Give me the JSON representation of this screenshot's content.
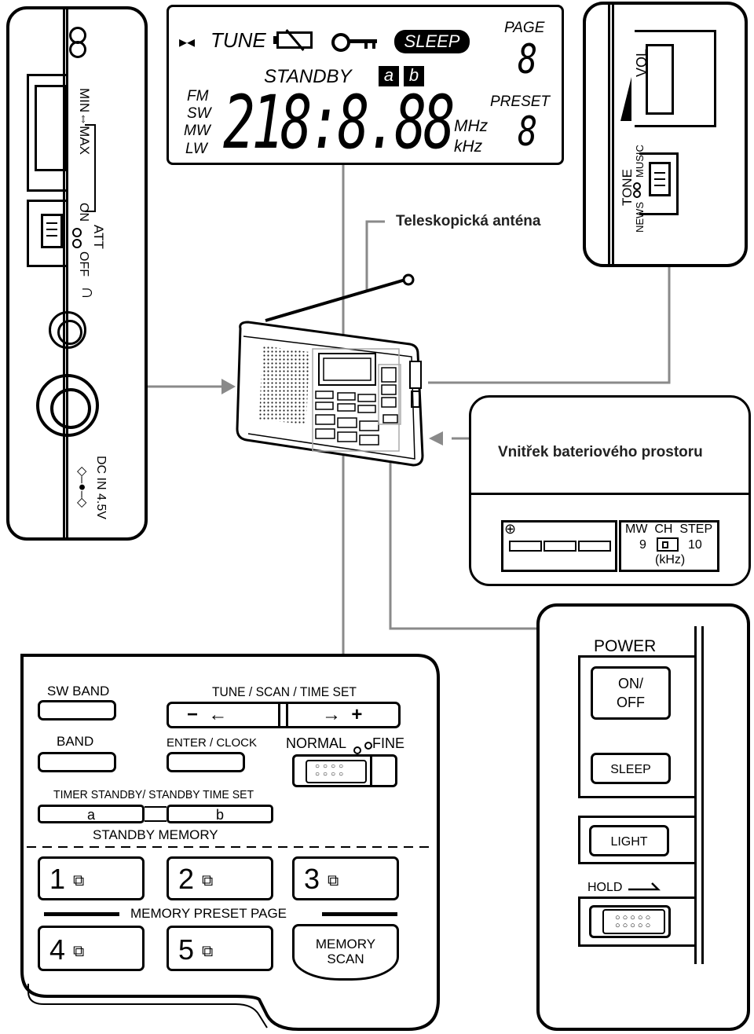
{
  "lcd": {
    "tune": "TUNE",
    "sleep": "SLEEP",
    "page": "PAGE",
    "standby": "STANDBY",
    "a": "a",
    "b": "b",
    "bands": [
      "FM",
      "SW",
      "MW",
      "LW"
    ],
    "digits": "218:8.88",
    "mhz": "MHz",
    "khz": "kHz",
    "preset": "PRESET",
    "page_digit": "8",
    "preset_digit": "8"
  },
  "left_side": {
    "min_max": "MIN⇔MAX",
    "att": "ATT",
    "on": "ON",
    "off": "OFF",
    "dc_in": "DC IN 4.5V"
  },
  "right_side": {
    "vol": "VOL",
    "tone": "TONE",
    "news": "NEWS",
    "music": "MUSIC"
  },
  "antenna_label": "Teleskopická anténa",
  "battery": {
    "title": "Vnitřek bateriového prostoru",
    "plus": "⊕",
    "mw_ch_step": "MW  CH  STEP",
    "nine": "9",
    "ten": "10",
    "khz": "(kHz)"
  },
  "power_panel": {
    "power": "POWER",
    "on_off": [
      "ON/",
      "OFF"
    ],
    "sleep": "SLEEP",
    "light": "LIGHT",
    "hold": "HOLD"
  },
  "front_panel": {
    "sw_band": "SW BAND",
    "tune_scan": "TUNE / SCAN / TIME SET",
    "tune_minus": "−  ←",
    "tune_plus": "→  +",
    "band": "BAND",
    "enter_clock": "ENTER / CLOCK",
    "normal": "NORMAL",
    "fine": "FINE",
    "timer_standby": "TIMER STANDBY/ STANDBY TIME SET",
    "a": "a",
    "b": "b",
    "standby_memory": "STANDBY MEMORY",
    "presets": [
      "1",
      "2",
      "3",
      "4",
      "5"
    ],
    "memory_preset_page": "MEMORY PRESET PAGE",
    "memory_scan": [
      "MEMORY",
      "SCAN"
    ]
  }
}
